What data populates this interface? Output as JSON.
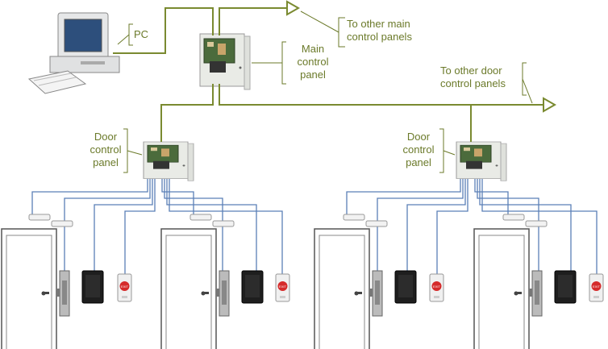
{
  "labels": {
    "pc": "PC",
    "other_main": [
      "To other main",
      "control panels"
    ],
    "main_panel": [
      "Main",
      "control",
      "panel"
    ],
    "other_door": [
      "To other door",
      "control panels"
    ],
    "door_panel_left": [
      "Door",
      "control",
      "panel"
    ],
    "door_panel_right": [
      "Door",
      "control",
      "panel"
    ]
  },
  "colors": {
    "wire_main": "#7a8a30",
    "wire_door": "#5b7fb6",
    "label_text": "#6b7a2a",
    "panel_body": "#e9ebe6",
    "exit_button": "#d52b2b"
  },
  "exit_button_text": "EXIT"
}
